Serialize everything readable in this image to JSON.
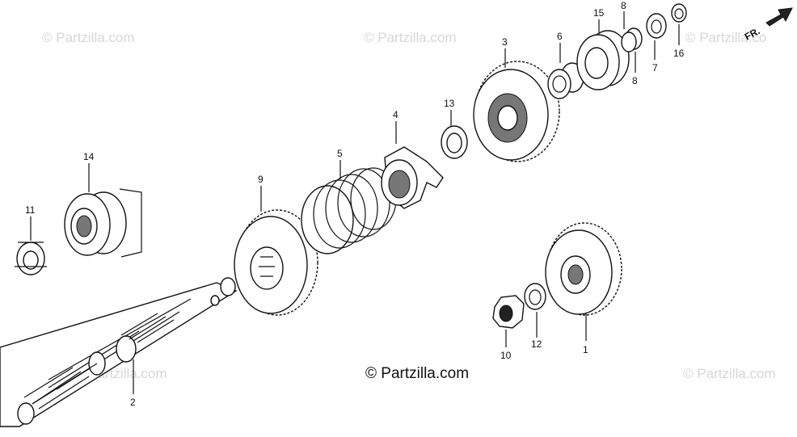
{
  "watermarks": [
    "© Partzilla.com",
    "© Partzilla.com",
    "© Partzilla.co",
    "© Partzilla.com",
    "© Partzilla.com"
  ],
  "credit": "© Partzilla.com",
  "direction_label": "FR.",
  "callouts": [
    "1",
    "2",
    "3",
    "4",
    "5",
    "6",
    "7",
    "8",
    "8",
    "9",
    "10",
    "11",
    "12",
    "13",
    "14",
    "15",
    "16"
  ]
}
